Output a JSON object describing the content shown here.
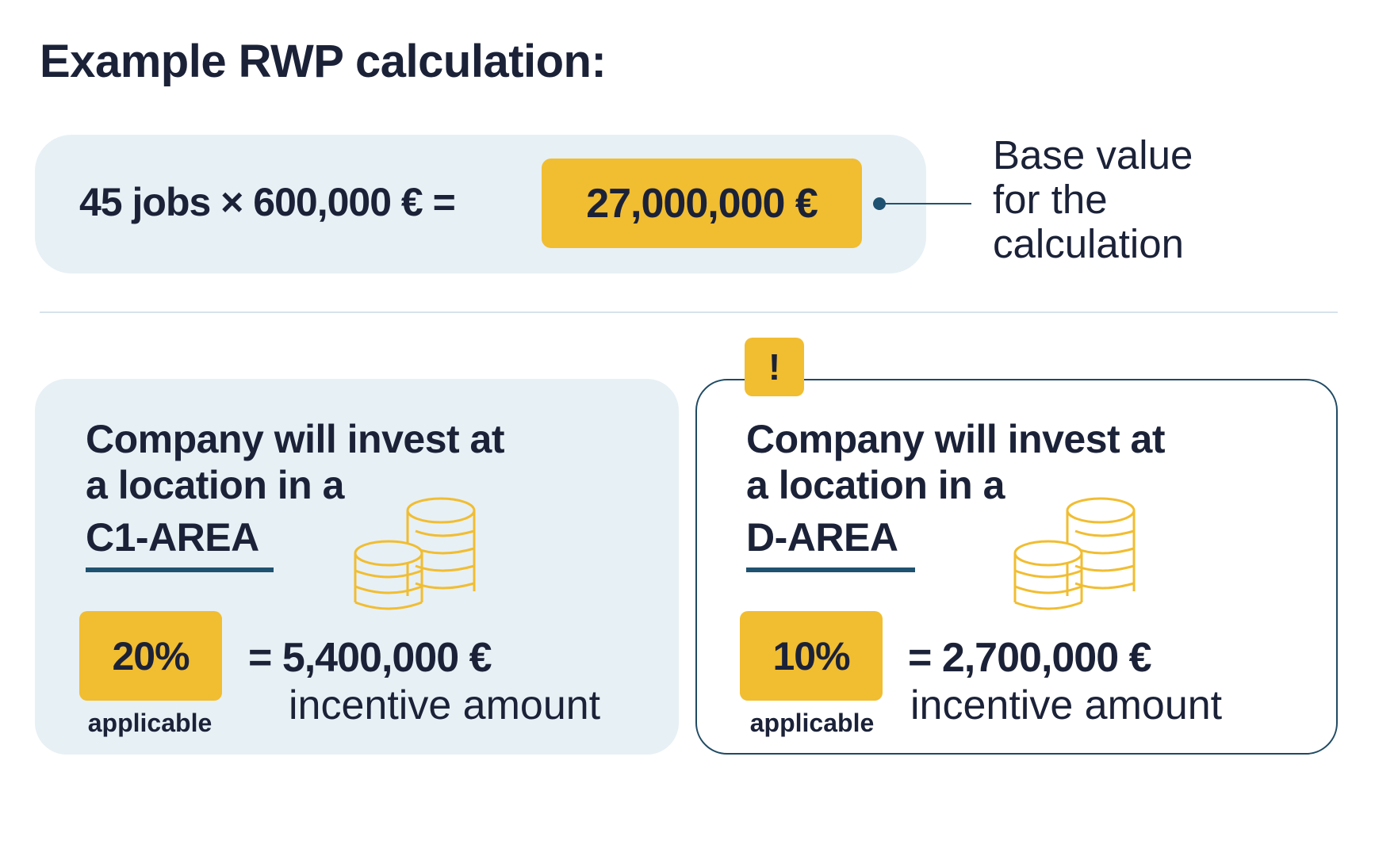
{
  "title": "Example RWP calculation:",
  "base_calculation": {
    "formula": "45 jobs × 600,000 € =",
    "result": "27,000,000 €",
    "note": "Base value for the calculation",
    "note_lines": [
      "Base value",
      "for the",
      "calculation"
    ]
  },
  "cards": [
    {
      "headline_lines": [
        "Company will invest at",
        "a location in a"
      ],
      "area": "C1-AREA",
      "percent": "20%",
      "percent_caption": "applicable",
      "amount": "= 5,400,000 €",
      "amount_label": "incentive amount",
      "icon": "coins-stack-icon",
      "warning": false
    },
    {
      "headline_lines": [
        "Company will invest at",
        "a location in a"
      ],
      "area": "D-AREA",
      "percent": "10%",
      "percent_caption": "applicable",
      "amount": "= 2,700,000 €",
      "amount_label": "incentive amount",
      "icon": "coins-stack-icon",
      "warning": true,
      "warning_symbol": "!"
    }
  ],
  "colors": {
    "text": "#1b2238",
    "accent_yellow": "#f1bd31",
    "panel_bg": "#e7f0f5",
    "accent_blue": "#1f5270"
  }
}
